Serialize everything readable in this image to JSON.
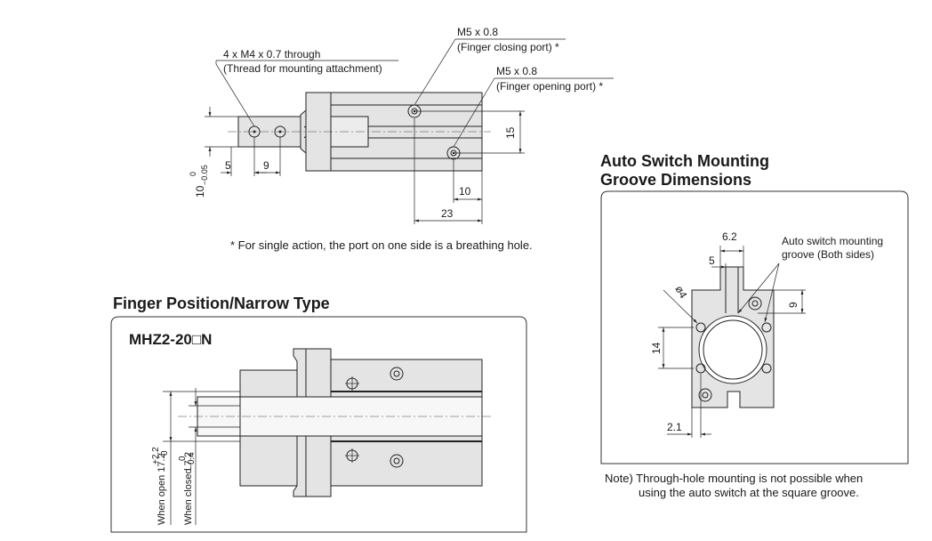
{
  "top_view": {
    "callout_mount_thread": "4 x M4 x 0.7 through",
    "callout_mount_note": "(Thread for mounting attachment)",
    "callout_closing_thread": "M5 x 0.8",
    "callout_closing_note": "(Finger closing port) *",
    "callout_opening_thread": "M5 x 0.8",
    "callout_opening_note": "(Finger opening port) *",
    "dim_5": "5",
    "dim_9": "9",
    "dim_10": "10",
    "dim_23": "23",
    "dim_15": "15",
    "dim_10_tol_base": "10",
    "dim_10_tol_upper": "0",
    "dim_10_tol_lower": "−0.05",
    "footnote": "* For single action, the port on one side is a breathing hole."
  },
  "finger_section": {
    "heading": "Finger Position/Narrow Type",
    "model": "MHZ2-20□N",
    "dim_open_label": "When open 17.2",
    "dim_open_upper": "+2.2",
    "dim_open_lower": "0",
    "dim_closed_label": "When closed 7.2",
    "dim_closed_upper": "0",
    "dim_closed_lower": "−0.4"
  },
  "groove_section": {
    "heading_line1": "Auto Switch Mounting",
    "heading_line2": "Groove Dimensions",
    "callout_line1": "Auto switch mounting",
    "callout_line2": "groove (Both sides)",
    "dim_6_2": "6.2",
    "dim_5": "5",
    "dim_9": "9",
    "dim_phi4": "ø4",
    "dim_14": "14",
    "dim_2_1": "2.1",
    "note_line1": "Note) Through-hole mounting is not possible when",
    "note_line2": "using the auto switch at the square groove."
  }
}
